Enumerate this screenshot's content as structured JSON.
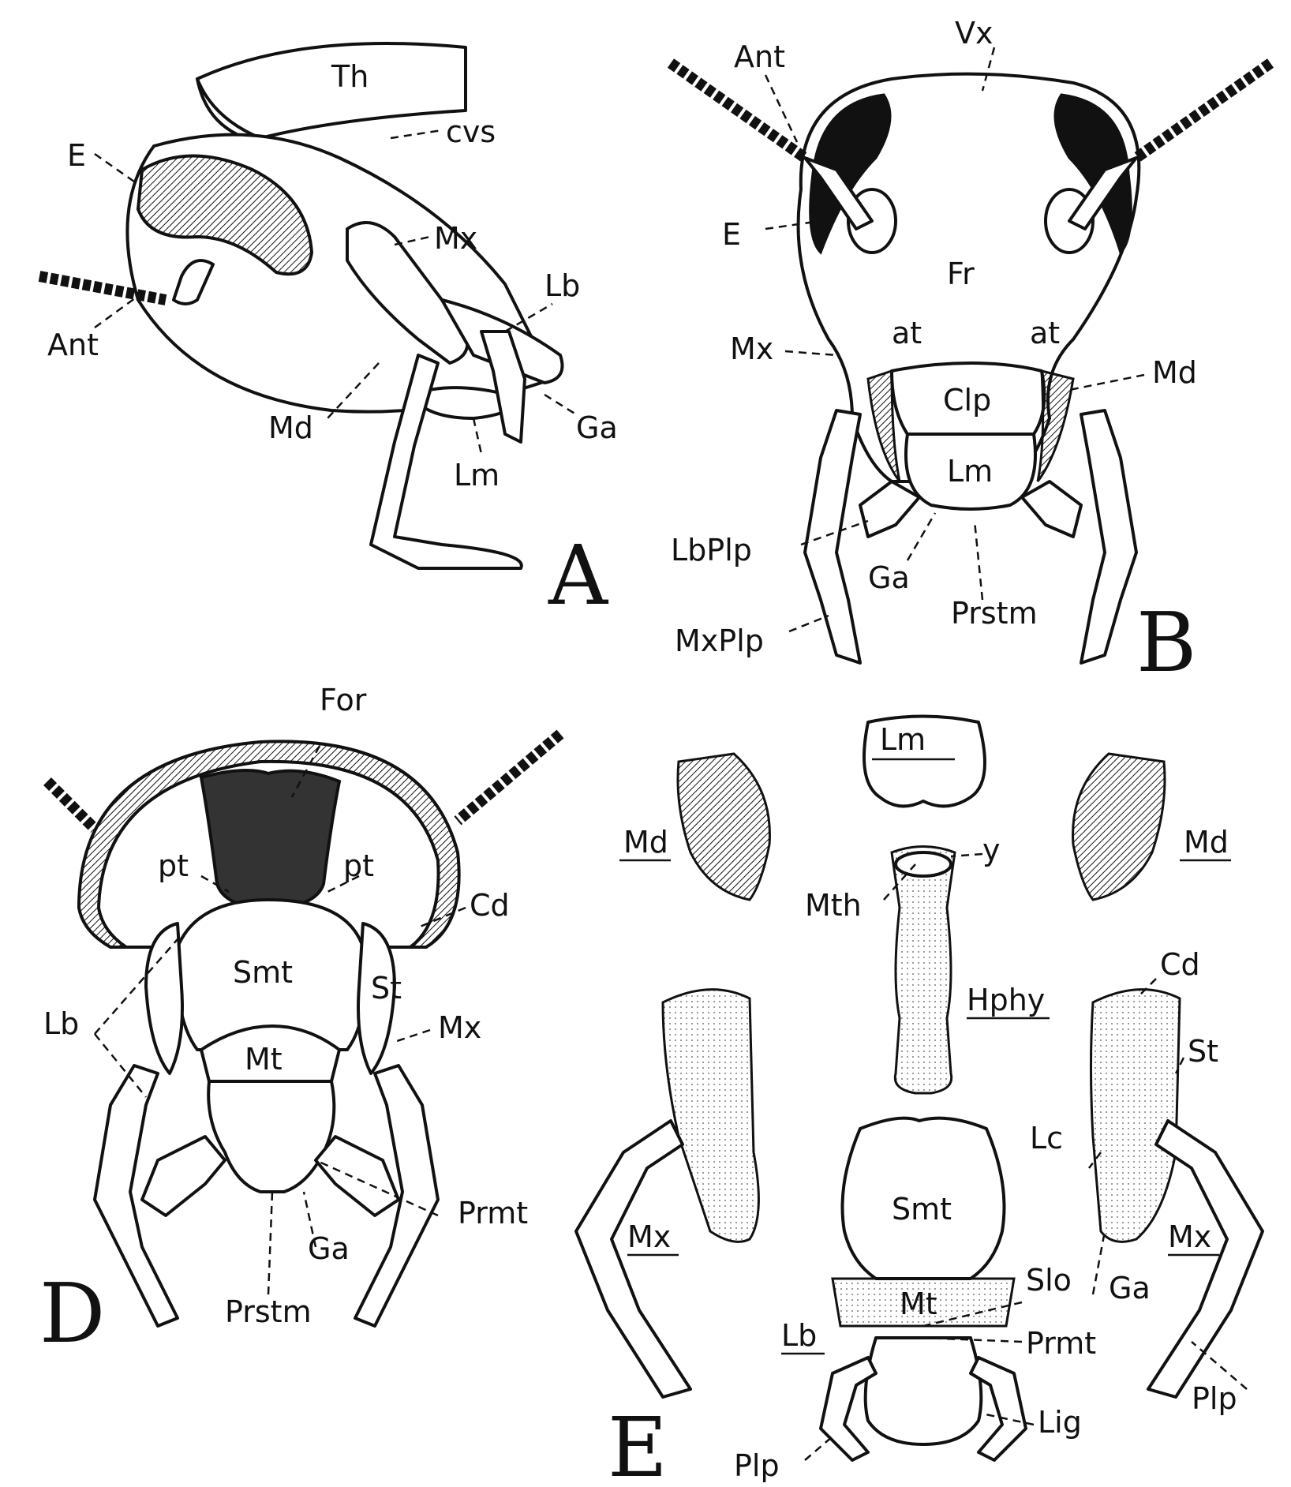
{
  "panels": {
    "A": {
      "letter": "A",
      "labels": {
        "th": "Th",
        "cvs": "cvs",
        "e": "E",
        "mx": "Mx",
        "lb": "Lb",
        "ant": "Ant",
        "md": "Md",
        "ga": "Ga",
        "lm": "Lm"
      }
    },
    "B": {
      "letter": "B",
      "labels": {
        "ant": "Ant",
        "vx": "Vx",
        "e": "E",
        "fr": "Fr",
        "mx": "Mx",
        "at_left": "at",
        "at_right": "at",
        "md": "Md",
        "clp": "Clp",
        "lm": "Lm",
        "lbplp": "LbPlp",
        "ga": "Ga",
        "prstm": "Prstm",
        "mxplp": "MxPlp"
      }
    },
    "D": {
      "letter": "D",
      "labels": {
        "for": "For",
        "pt_left": "pt",
        "pt_right": "pt",
        "cd": "Cd",
        "smt": "Smt",
        "st": "St",
        "lb": "Lb",
        "mx": "Mx",
        "mt": "Mt",
        "prmt": "Prmt",
        "ga": "Ga",
        "prstm": "Prstm"
      }
    },
    "E": {
      "letter": "E",
      "labels": {
        "lm": "Lm",
        "md_left": "Md",
        "md_right": "Md",
        "y": "y",
        "mth": "Mth",
        "hphy": "Hphy",
        "cd": "Cd",
        "st": "St",
        "lc": "Lc",
        "mx_left": "Mx",
        "mx_right": "Mx",
        "smt": "Smt",
        "ga": "Ga",
        "slo": "Slo",
        "mt": "Mt",
        "lb": "Lb",
        "prmt": "Prmt",
        "plp_left": "Plp",
        "plp_right": "Plp",
        "lig": "Lig"
      }
    }
  }
}
